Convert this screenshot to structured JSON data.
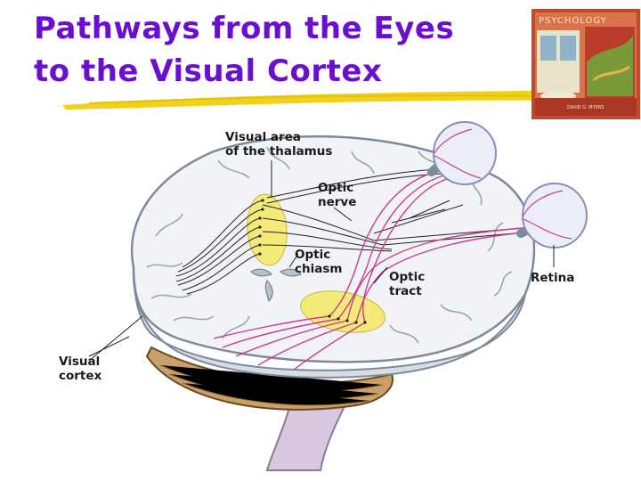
{
  "slide": {
    "title_line1": "Pathways from the Eyes",
    "title_line2": "to the Visual Cortex"
  },
  "book_cover": {
    "title": "PSYCHOLOGY",
    "author": "DAVID G. MYERS"
  },
  "labels": {
    "thalamus_line1": "Visual area",
    "thalamus_line2": "of the thalamus",
    "optic_nerve_line1": "Optic",
    "optic_nerve_line2": "nerve",
    "optic_chiasm_line1": "Optic",
    "optic_chiasm_line2": "chiasm",
    "optic_tract_line1": "Optic",
    "optic_tract_line2": "tract",
    "retina": "Retina",
    "visual_cortex_line1": "Visual",
    "visual_cortex_line2": "cortex"
  },
  "colors": {
    "title": "#6a0fd0",
    "pathway": "#cc3a8e",
    "highlight": "#f3ea7a",
    "brain_fill": "#f1f3f6",
    "underline": "#f0d21c"
  }
}
